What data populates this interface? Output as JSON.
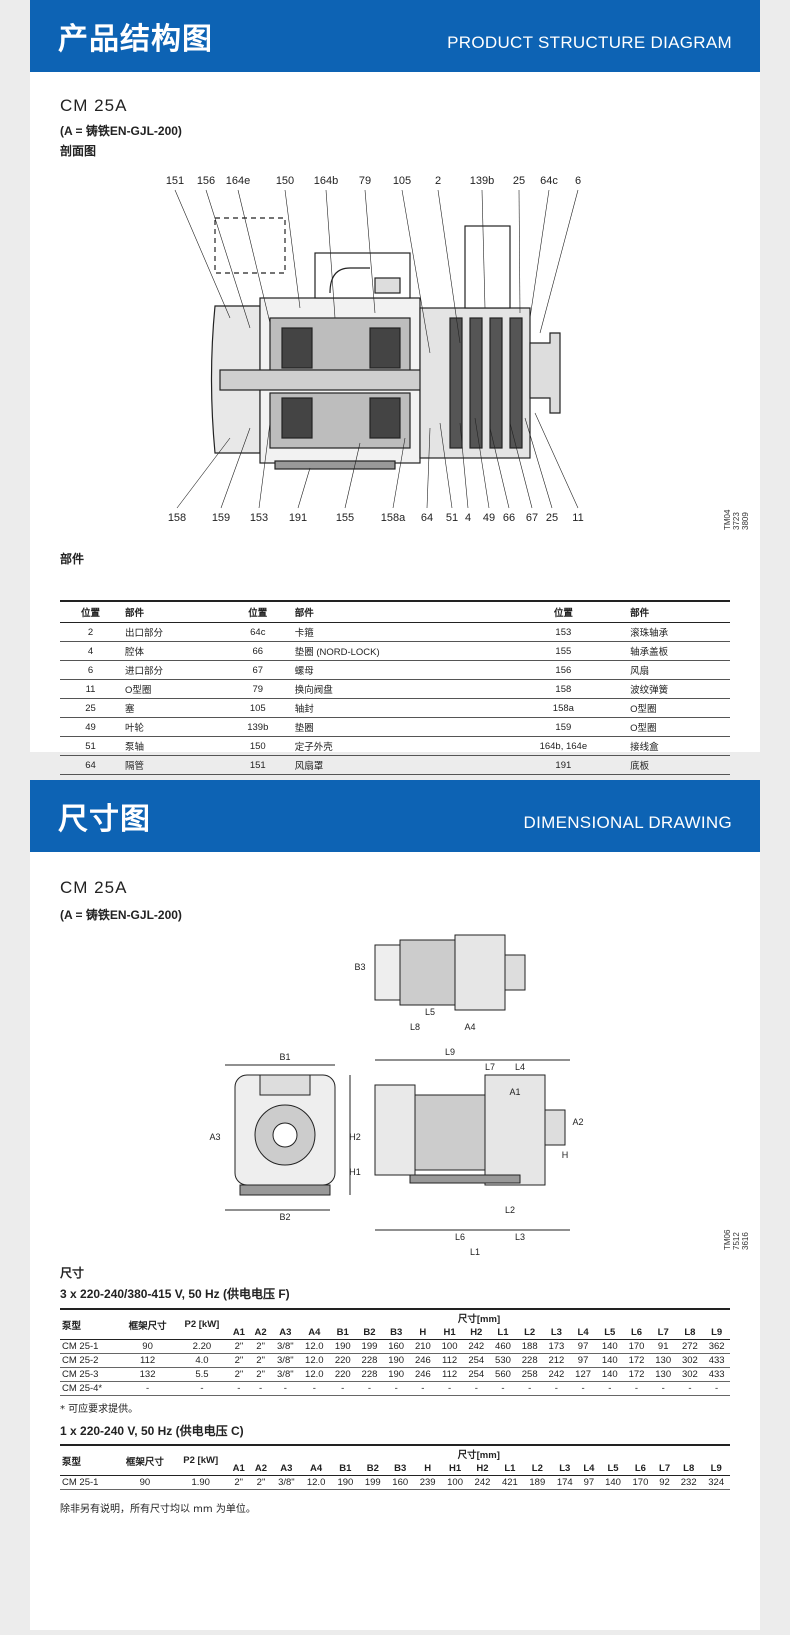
{
  "structure": {
    "title_zh": "产品结构图",
    "title_en": "PRODUCT STRUCTURE DIAGRAM",
    "model": "CM 25A",
    "material": "(A = 铸铁EN-GJL-200)",
    "view": "剖面图",
    "top_labels": [
      "151",
      "156",
      "164e",
      "150",
      "164b",
      "79",
      "105",
      "2",
      "139b",
      "25",
      "64c",
      "6"
    ],
    "bottom_labels": [
      "158",
      "159",
      "153",
      "191",
      "155",
      "158a",
      "64",
      "51",
      "4",
      "49",
      "66",
      "67",
      "25",
      "11"
    ],
    "drawing_code": "TM04 3723 3809",
    "parts_heading": "部件",
    "parts_headers": [
      "位置",
      "部件",
      "位置",
      "部件",
      "位置",
      "部件"
    ],
    "parts_rows": [
      [
        "2",
        "出口部分",
        "64c",
        "卡箍",
        "153",
        "滚珠轴承"
      ],
      [
        "4",
        "腔体",
        "66",
        "垫圈 (NORD-LOCK)",
        "155",
        "轴承盖板"
      ],
      [
        "6",
        "进口部分",
        "67",
        "螺母",
        "156",
        "风扇"
      ],
      [
        "11",
        "O型圈",
        "79",
        "换向阀盘",
        "158",
        "波纹弹簧"
      ],
      [
        "25",
        "塞",
        "105",
        "轴封",
        "158a",
        "O型圈"
      ],
      [
        "49",
        "叶轮",
        "139b",
        "垫圈",
        "159",
        "O型圈"
      ],
      [
        "51",
        "泵轴",
        "150",
        "定子外壳",
        "164b, 164e",
        "接线盒"
      ],
      [
        "64",
        "隔管",
        "151",
        "风扇罩",
        "191",
        "底板"
      ]
    ]
  },
  "dimensional": {
    "title_zh": "尺寸图",
    "title_en": "DIMENSIONAL DRAWING",
    "model": "CM 25A",
    "material": "(A = 铸铁EN-GJL-200)",
    "drawing_code": "TM06 7512 3616",
    "drawing_labels": [
      "B3",
      "L5",
      "L8",
      "A4",
      "L9",
      "L7",
      "L4",
      "A1",
      "A2",
      "H",
      "L2",
      "L6",
      "L3",
      "L1",
      "B1",
      "A3",
      "H2",
      "H1",
      "B2"
    ],
    "dim_heading": "尺寸",
    "supply_f": "3 x 220-240/380-415 V, 50 Hz (供电电压 F)",
    "supply_c": "1 x 220-240 V, 50 Hz (供电电压 C)",
    "col_pump": "泵型",
    "col_frame": "框架尺寸",
    "col_p2": "P2 [kW]",
    "col_dims": "尺寸[mm]",
    "dim_cols": [
      "A1",
      "A2",
      "A3",
      "A4",
      "B1",
      "B2",
      "B3",
      "H",
      "H1",
      "H2",
      "L1",
      "L2",
      "L3",
      "L4",
      "L5",
      "L6",
      "L7",
      "L8",
      "L9"
    ],
    "rows_f": [
      [
        "CM 25-1",
        "90",
        "2.20",
        "2\"",
        "2\"",
        "3/8\"",
        "12.0",
        "190",
        "199",
        "160",
        "210",
        "100",
        "242",
        "460",
        "188",
        "173",
        "97",
        "140",
        "170",
        "91",
        "272",
        "362"
      ],
      [
        "CM 25-2",
        "112",
        "4.0",
        "2\"",
        "2\"",
        "3/8\"",
        "12.0",
        "220",
        "228",
        "190",
        "246",
        "112",
        "254",
        "530",
        "228",
        "212",
        "97",
        "140",
        "172",
        "130",
        "302",
        "433"
      ],
      [
        "CM 25-3",
        "132",
        "5.5",
        "2\"",
        "2\"",
        "3/8\"",
        "12.0",
        "220",
        "228",
        "190",
        "246",
        "112",
        "254",
        "560",
        "258",
        "242",
        "127",
        "140",
        "172",
        "130",
        "302",
        "433"
      ],
      [
        "CM 25-4*",
        "-",
        "-",
        "-",
        "-",
        "-",
        "-",
        "-",
        "-",
        "-",
        "-",
        "-",
        "-",
        "-",
        "-",
        "-",
        "-",
        "-",
        "-",
        "-",
        "-",
        "-"
      ]
    ],
    "note_star": "*   可应要求提供。",
    "rows_c": [
      [
        "CM 25-1",
        "90",
        "1.90",
        "2\"",
        "2\"",
        "3/8\"",
        "12.0",
        "190",
        "199",
        "160",
        "239",
        "100",
        "242",
        "421",
        "189",
        "174",
        "97",
        "140",
        "170",
        "92",
        "232",
        "324"
      ]
    ],
    "note_units": "除非另有说明，所有尺寸均以 mm 为单位。"
  }
}
